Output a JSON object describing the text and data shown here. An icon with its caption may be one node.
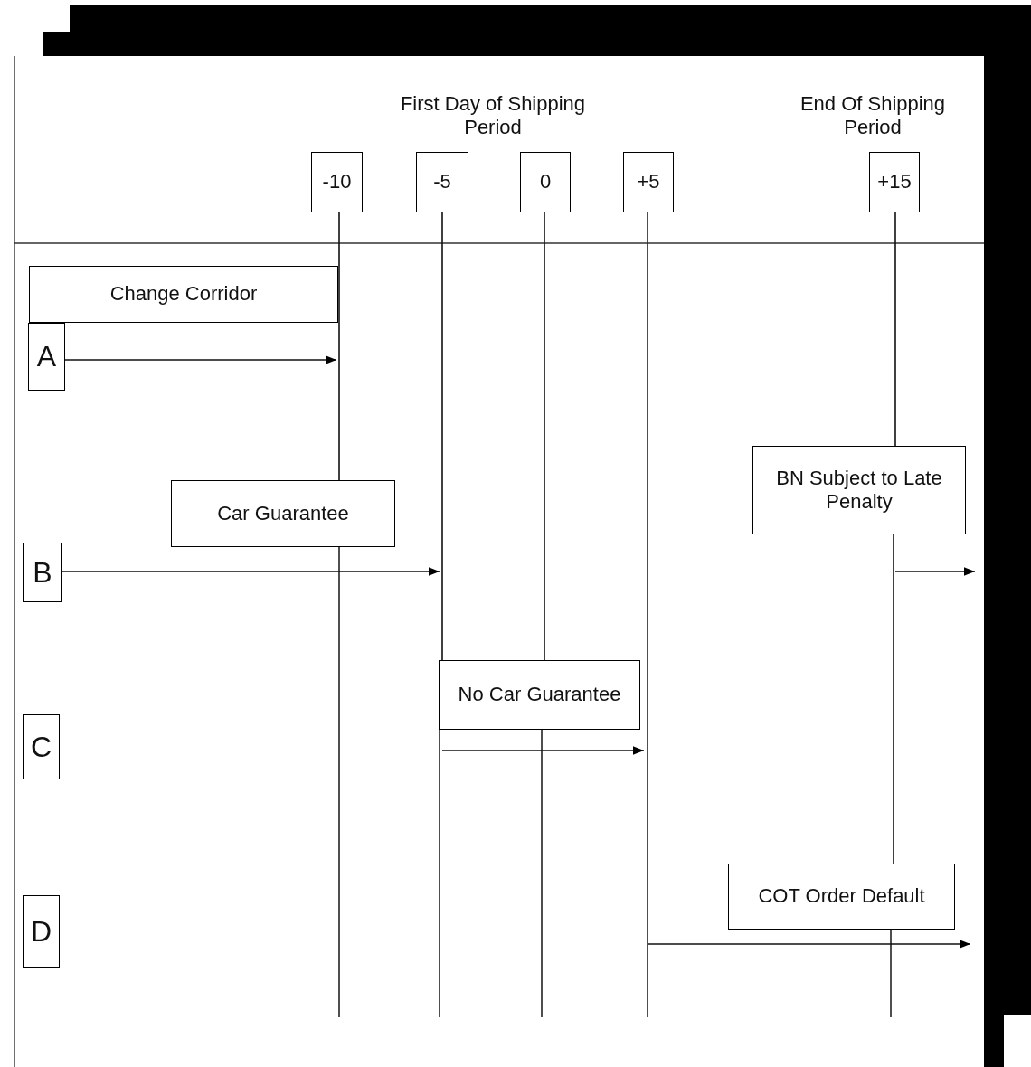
{
  "diagram": {
    "nodes": [
      {
        "text": [
          "-10"
        ]
      },
      {
        "text": [
          "-5"
        ]
      },
      {
        "text": [
          "0"
        ]
      },
      {
        "text": [
          "+5"
        ]
      },
      {
        "text": [
          "+15"
        ]
      },
      {
        "text": [
          "Change Corridor"
        ]
      },
      {
        "text": [
          "A"
        ]
      },
      {
        "text": [
          "Car Guarantee"
        ]
      },
      {
        "text": [
          "BN Subject to Late Penalty"
        ]
      },
      {
        "text": [
          "B"
        ]
      },
      {
        "text": [
          "No Car Guarantee"
        ]
      },
      {
        "text": [
          "C"
        ]
      },
      {
        "text": [
          "COT Order Default"
        ]
      },
      {
        "text": [
          "D"
        ]
      }
    ],
    "edges": [
      {
        "from": 6,
        "to": null,
        "arrow": "to"
      },
      {
        "from": 9,
        "to": null,
        "arrow": "to"
      },
      {
        "from": 0,
        "to": 7,
        "arrow": "none"
      },
      {
        "from": 1,
        "to": 10,
        "arrow": "none"
      },
      {
        "from": 2,
        "to": 10,
        "arrow": "none"
      },
      {
        "from": 4,
        "to": 8,
        "arrow": "none"
      },
      {
        "from": 8,
        "to": 12,
        "arrow": "none"
      }
    ],
    "labels": [
      "First Day of Shipping Period",
      "End Of Shipping Period"
    ]
  }
}
